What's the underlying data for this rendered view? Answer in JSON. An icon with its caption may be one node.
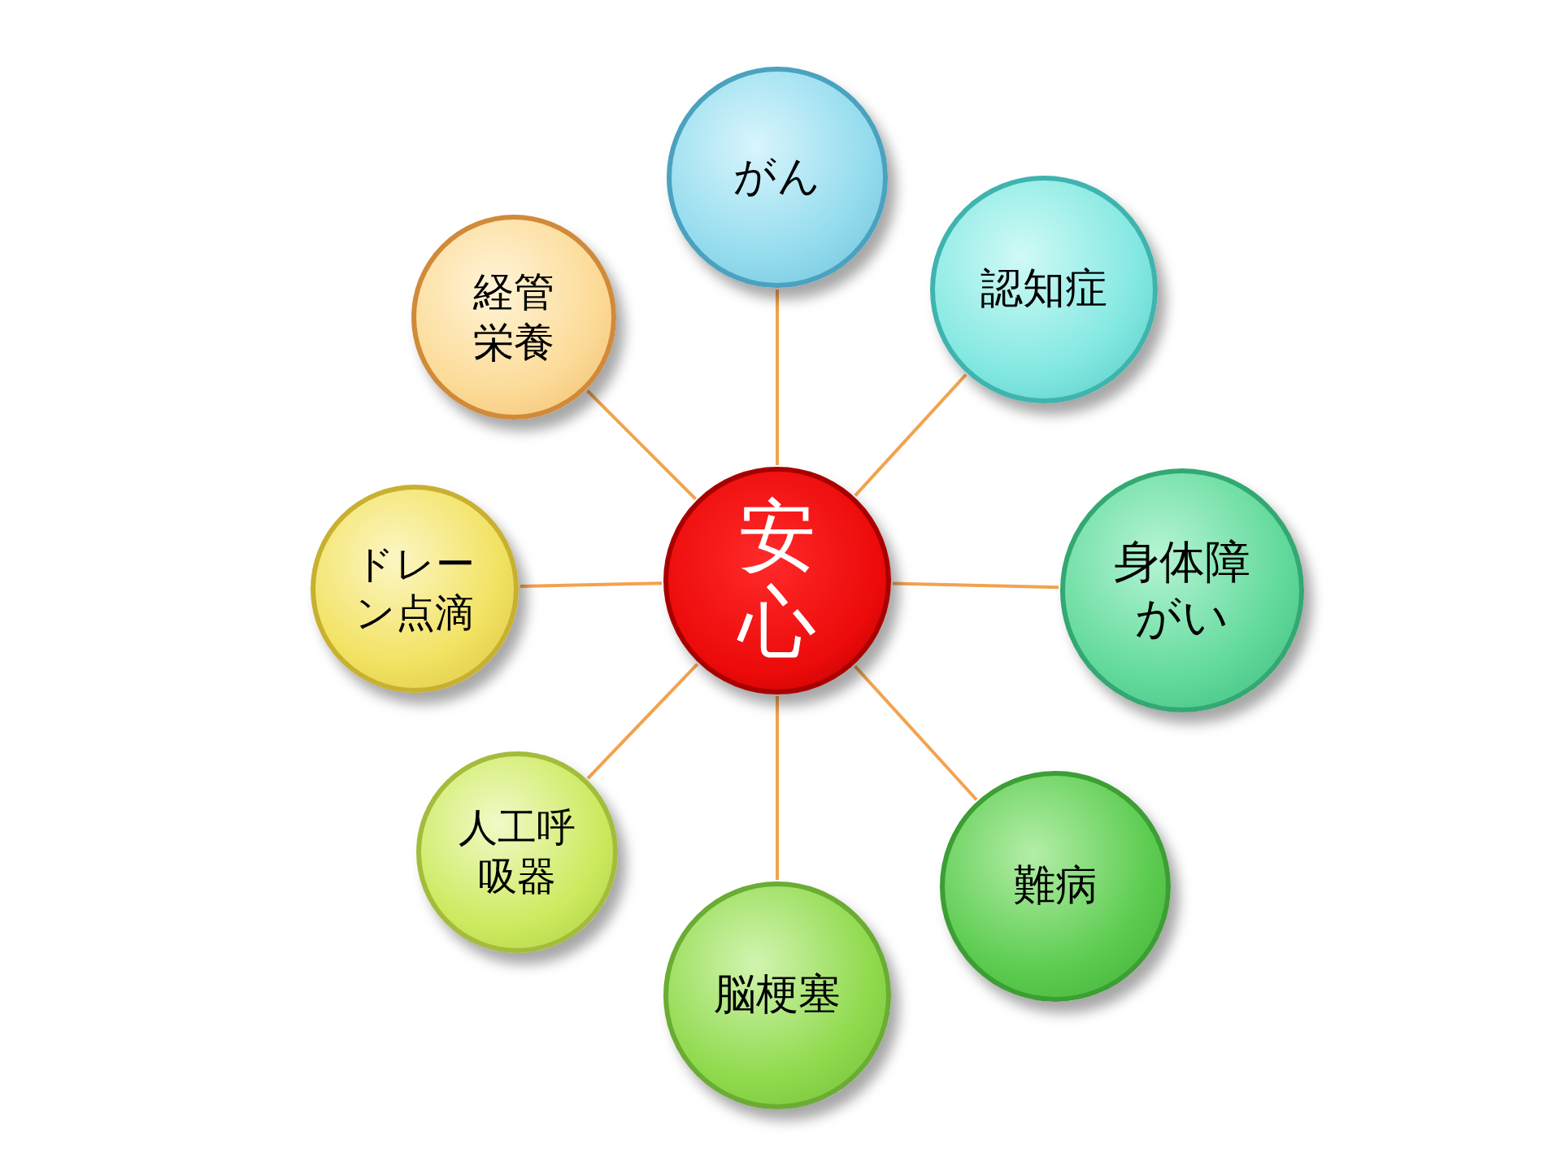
{
  "diagram": {
    "nodes": [
      {
        "text": [
          "安心"
        ]
      },
      {
        "text": [
          "がん"
        ]
      },
      {
        "text": [
          "認知症"
        ]
      },
      {
        "text": [
          "身体障がい"
        ]
      },
      {
        "text": [
          "難病"
        ]
      },
      {
        "text": [
          "脳梗塞"
        ]
      },
      {
        "text": [
          "人工呼吸器"
        ]
      },
      {
        "text": [
          "ドレーン点滴"
        ]
      },
      {
        "text": [
          "経管栄養"
        ]
      }
    ],
    "edges": [
      {
        "from": 0,
        "to": 1,
        "arrow": "none"
      },
      {
        "from": 0,
        "to": 2,
        "arrow": "none"
      },
      {
        "from": 0,
        "to": 3,
        "arrow": "none"
      },
      {
        "from": 0,
        "to": 4,
        "arrow": "none"
      },
      {
        "from": 0,
        "to": 5,
        "arrow": "none"
      },
      {
        "from": 0,
        "to": 6,
        "arrow": "none"
      },
      {
        "from": 0,
        "to": 7,
        "arrow": "none"
      },
      {
        "from": 0,
        "to": 8,
        "arrow": "none"
      }
    ]
  }
}
